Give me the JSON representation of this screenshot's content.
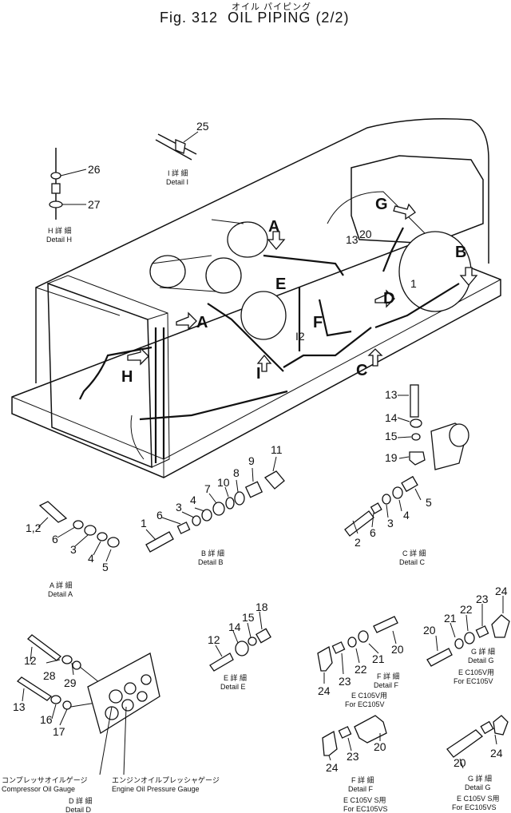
{
  "header": {
    "japanese_title": "オイル パイピング",
    "figure_label": "Fig. 312",
    "title": "OIL PIPING",
    "sheet": "(2/2)"
  },
  "callouts": {
    "A": "A",
    "B": "B",
    "C": "C",
    "D": "D",
    "E": "E",
    "F": "F",
    "G": "G",
    "H": "H",
    "I": "I"
  },
  "part_numbers": {
    "p1": "1",
    "p1_2": "1,2",
    "p2": "2",
    "p3": "3",
    "p4": "4",
    "p5": "5",
    "p6": "6",
    "p7": "7",
    "p8": "8",
    "p9": "9",
    "p10": "10",
    "p11": "11",
    "p12": "12",
    "p13": "13",
    "p14": "14",
    "p15": "15",
    "p16": "16",
    "p17": "17",
    "p18": "18",
    "p19": "19",
    "p20": "20",
    "p21": "21",
    "p22": "22",
    "p23": "23",
    "p24": "24",
    "p25": "25",
    "p26": "26",
    "p27": "27",
    "p28": "28",
    "p29": "29",
    "i12": "I2"
  },
  "details": {
    "h_jp": "H 詳 細",
    "h_en": "Detail H",
    "i_jp": "I 詳 細",
    "i_en": "Detail I",
    "a_jp": "A 詳 細",
    "a_en": "Detail A",
    "b_jp": "B 詳 細",
    "b_en": "Detail B",
    "c_jp": "C 詳 細",
    "c_en": "Detail C",
    "d_jp": "D 詳 細",
    "d_en": "Detail D",
    "e_jp": "E 詳 細",
    "e_en": "Detail E",
    "f1_jp": "F 詳 細",
    "f1_en": "Detail F",
    "f1_model_jp": "E C105V用",
    "f1_model_en": "For EC105V",
    "g1_jp": "G 詳 細",
    "g1_en": "Detail G",
    "g1_model_jp": "E C105V用",
    "g1_model_en": "For EC105V",
    "f2_jp": "F 詳 細",
    "f2_en": "Detail F",
    "f2_model_jp": "E C105V S用",
    "f2_model_en": "For EC105VS",
    "g2_jp": "G 詳 細",
    "g2_en": "Detail G",
    "g2_model_jp": "E C105V S用",
    "g2_model_en": "For EC105VS"
  },
  "gauges": {
    "compressor_jp": "コンプレッサオイルゲージ",
    "compressor_en": "Compressor Oil Gauge",
    "engine_jp": "エンジンオイルプレッシャゲージ",
    "engine_en": "Engine Oil Pressure Gauge"
  }
}
